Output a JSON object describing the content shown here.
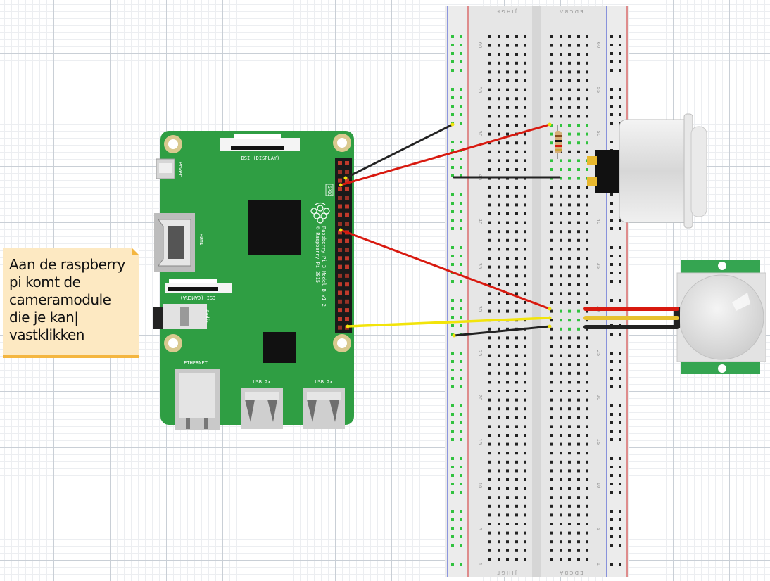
{
  "note": {
    "text": "Aan de raspberry\npi komt de\ncameramodule\ndie je kan|\nvastklikken"
  },
  "pi": {
    "dsi_label": "DSI (DISPLAY)",
    "power_label": "Power",
    "hdmi_label": "HDMI",
    "csi_label": "CSI (CAMERA)",
    "audio_label": "Audio",
    "ethernet_label": "ETHERNET",
    "usb1_label": "USB 2x",
    "usb2_label": "USB 2x",
    "gpio_label": "GPIO",
    "model_line1": "Raspberry Pi 3 Model B v1.2",
    "model_line2": "© Raspberry Pi 2015"
  },
  "breadboard": {
    "col_letters_left": "J I H G F",
    "col_letters_right": "E D C B A",
    "row_numbers": [
      "60",
      "55",
      "50",
      "45",
      "40",
      "35",
      "30",
      "25",
      "20",
      "15",
      "10",
      "5",
      "1"
    ]
  },
  "colors": {
    "pcb": "#2f9e43",
    "wire_red": "#d8190f",
    "wire_black": "#222222",
    "wire_yellow": "#f2e40a",
    "note_bg": "#fde9c2",
    "note_accent": "#f4b640",
    "pir_board": "#35a551"
  },
  "components": [
    "raspberry-pi-3",
    "breadboard",
    "resistor",
    "push-button",
    "pir-sensor"
  ]
}
